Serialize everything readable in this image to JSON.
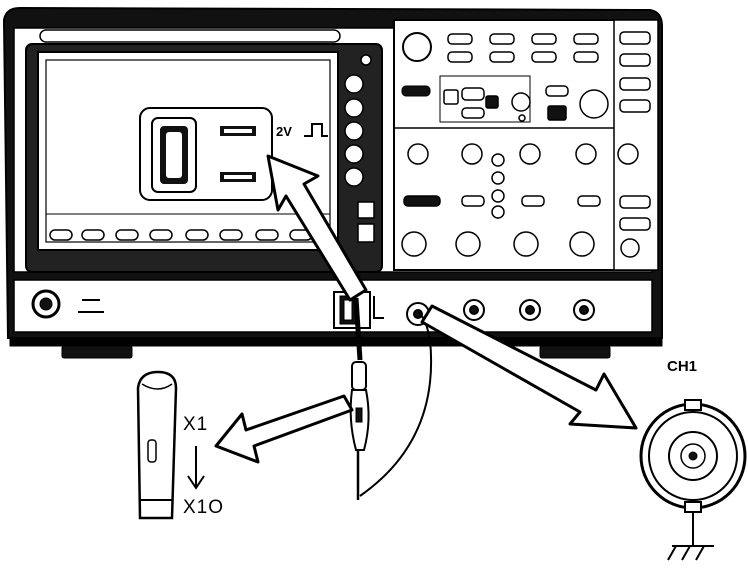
{
  "labels": {
    "probe_signal_voltage": "2V",
    "channel": "CH1",
    "attenuation_low": "X1",
    "attenuation_high": "X1O"
  },
  "icons": [
    "square-wave-icon",
    "bnc-connector-icon",
    "ground-icon",
    "down-arrow-icon"
  ]
}
